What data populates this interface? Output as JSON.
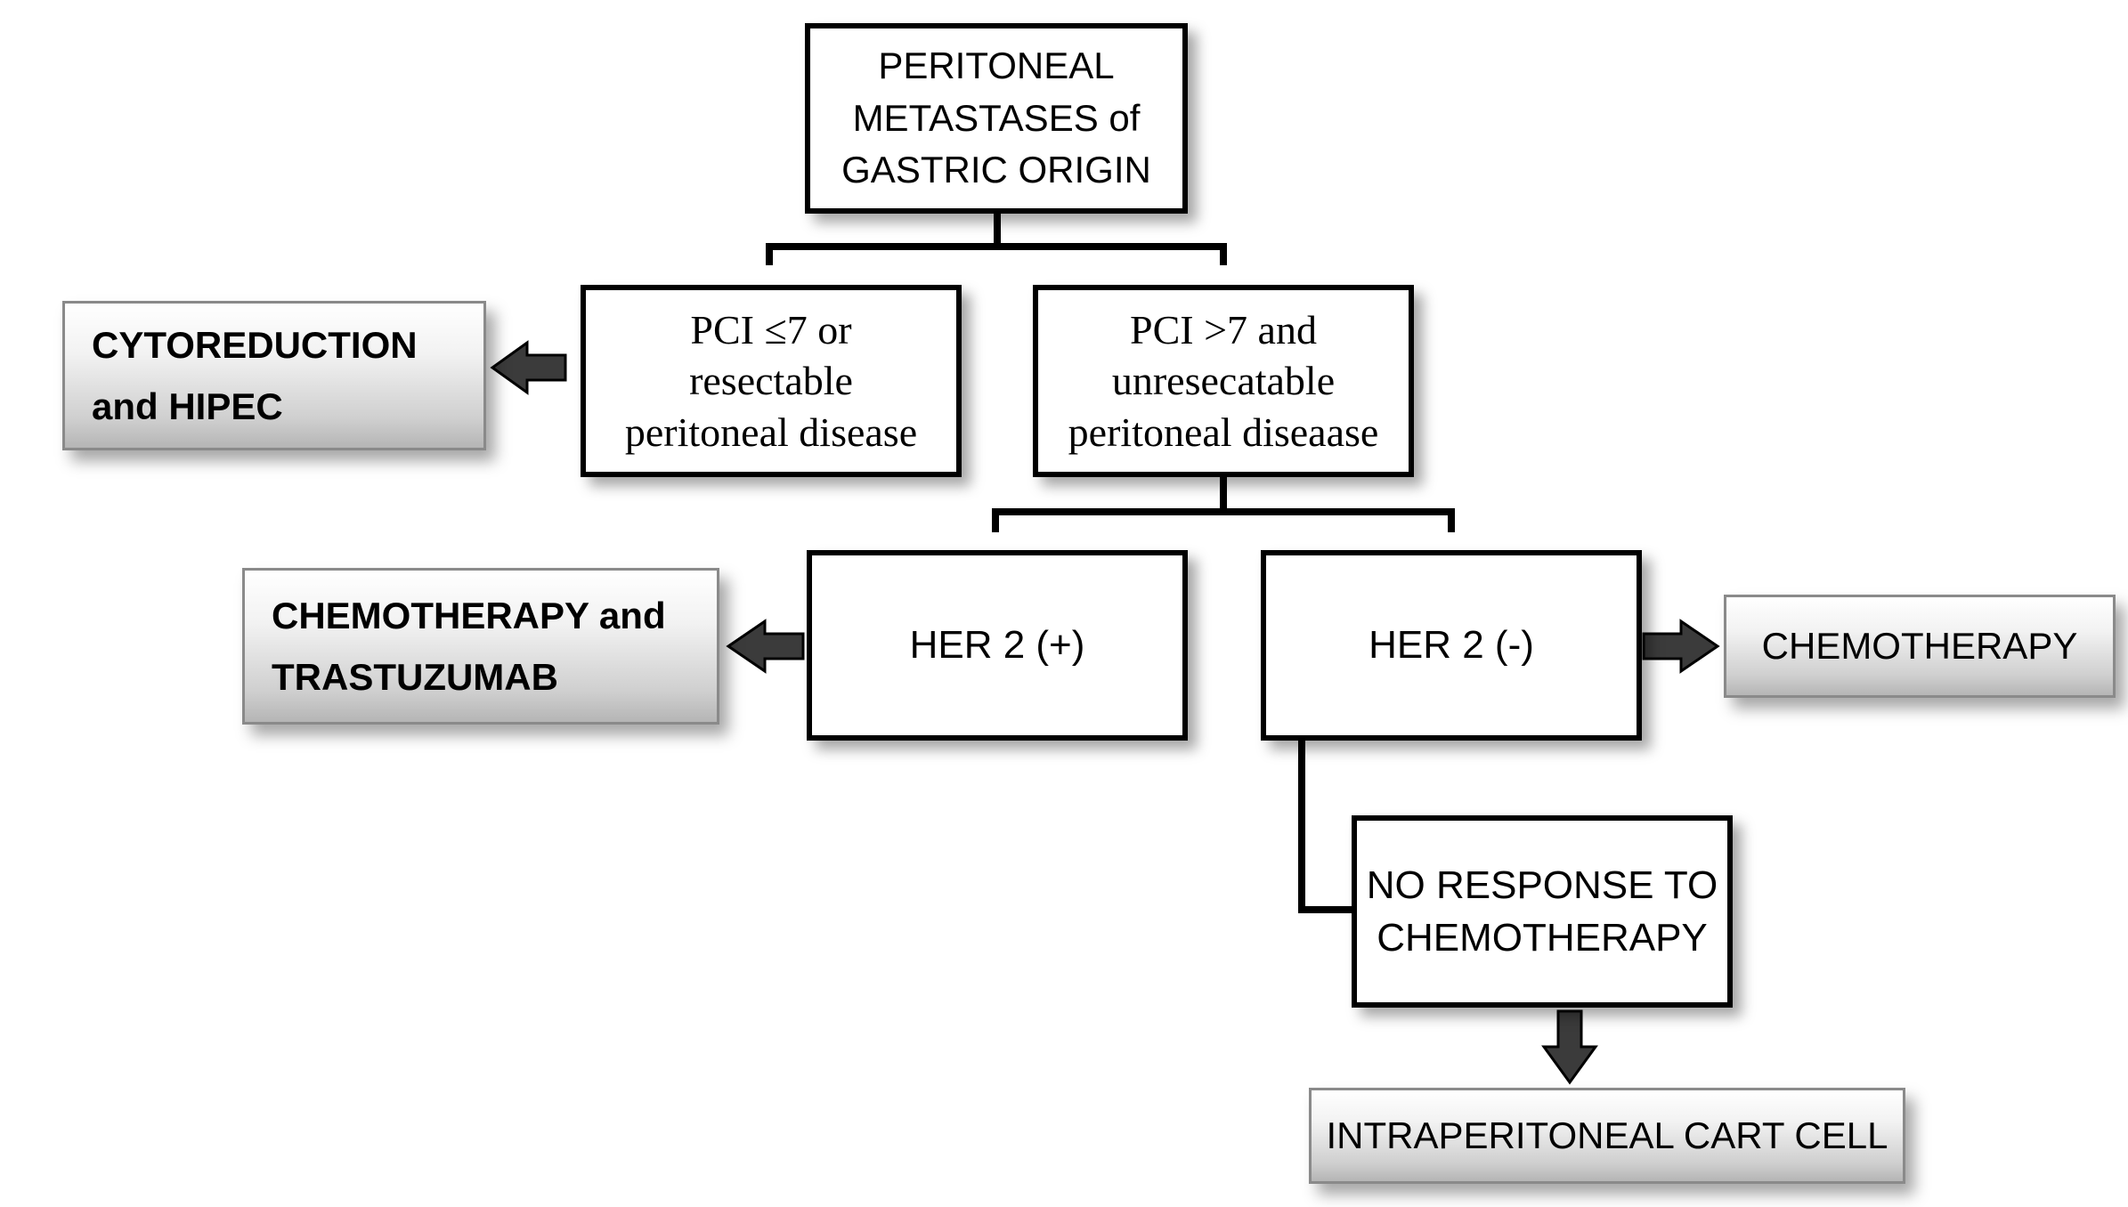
{
  "nodes": {
    "root": "PERITONEAL\nMETASTASES of\nGASTRIC ORIGIN",
    "pci_low": "PCI ≤7 or\nresectable\nperitoneal disease",
    "pci_high": "PCI >7 and\nunresecatable\nperitoneal diseaase",
    "her2_pos": "HER 2 (+)",
    "her2_neg": "HER 2 (-)",
    "no_response": "NO RESPONSE TO\nCHEMOTHERAPY"
  },
  "outcomes": {
    "cytoreduction": "CYTOREDUCTION\nand HIPEC",
    "chemo_trastuzumab": "CHEMOTHERAPY and\nTRASTUZUMAB",
    "chemotherapy": "CHEMOTHERAPY",
    "cart_cell": "INTRAPERITONEAL CART CELL"
  }
}
